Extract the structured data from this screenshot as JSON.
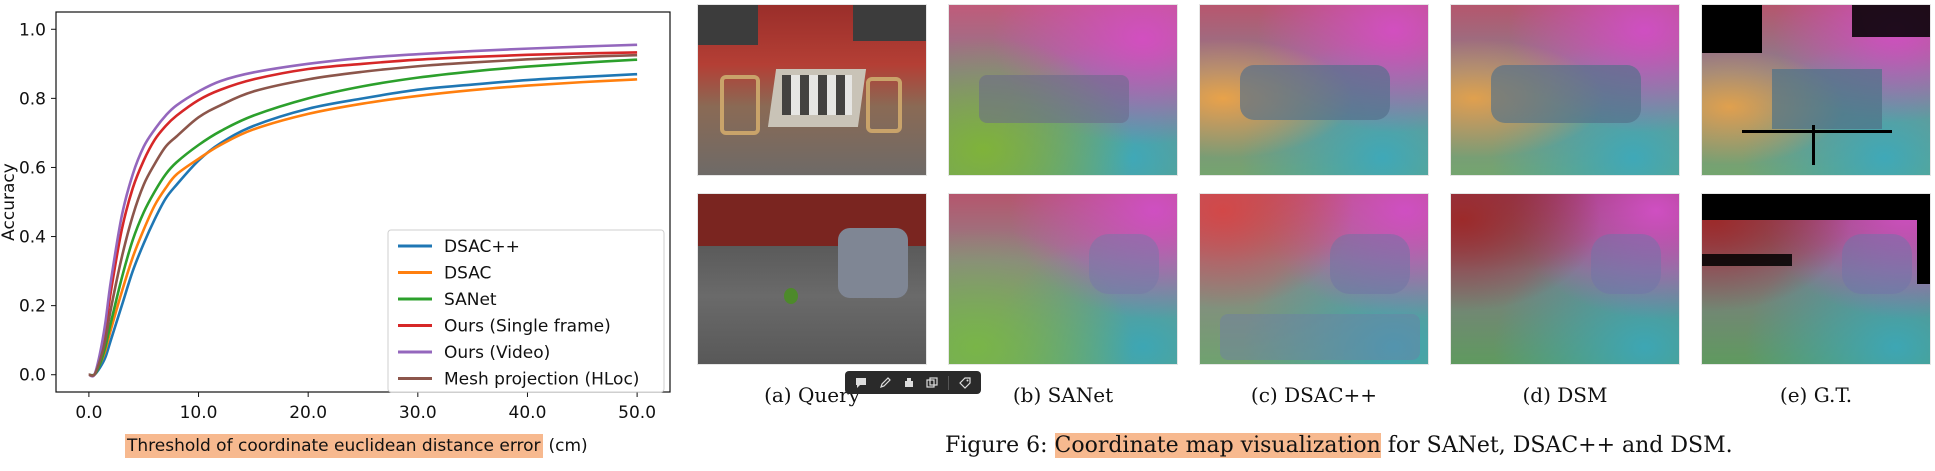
{
  "chart_data": {
    "type": "line",
    "title": "",
    "xlabel": "Threshold of coordinate euclidean distance error",
    "xlabel_unit": "(cm)",
    "ylabel": "Accuracy",
    "xlim": [
      0,
      50
    ],
    "ylim": [
      0,
      1.0
    ],
    "xticks": [
      "0.0",
      "10.0",
      "20.0",
      "30.0",
      "40.0",
      "50.0"
    ],
    "yticks": [
      "0.0",
      "0.2",
      "0.4",
      "0.6",
      "0.8",
      "1.0"
    ],
    "grid": false,
    "legend_position": "bottom-right",
    "x": [
      0,
      0.5,
      1,
      1.5,
      2,
      3,
      4,
      5,
      6,
      7,
      8,
      10,
      12,
      15,
      20,
      25,
      30,
      35,
      40,
      45,
      50
    ],
    "series": [
      {
        "name": "DSAC++",
        "color": "#1f77b4",
        "values": [
          0,
          0.0,
          0.02,
          0.05,
          0.1,
          0.2,
          0.3,
          0.38,
          0.45,
          0.51,
          0.55,
          0.62,
          0.67,
          0.72,
          0.77,
          0.8,
          0.825,
          0.84,
          0.853,
          0.862,
          0.87
        ]
      },
      {
        "name": "DSAC",
        "color": "#ff7f0e",
        "values": [
          0,
          0.0,
          0.03,
          0.07,
          0.13,
          0.24,
          0.34,
          0.42,
          0.49,
          0.54,
          0.58,
          0.625,
          0.665,
          0.71,
          0.755,
          0.785,
          0.807,
          0.824,
          0.837,
          0.847,
          0.855
        ]
      },
      {
        "name": "SANet",
        "color": "#2ca02c",
        "values": [
          0,
          0.0,
          0.03,
          0.08,
          0.15,
          0.28,
          0.39,
          0.47,
          0.53,
          0.58,
          0.615,
          0.665,
          0.705,
          0.75,
          0.8,
          0.835,
          0.86,
          0.878,
          0.892,
          0.903,
          0.912
        ]
      },
      {
        "name": "Ours (Single frame)",
        "color": "#d62728",
        "values": [
          0,
          0.0,
          0.05,
          0.13,
          0.24,
          0.42,
          0.54,
          0.62,
          0.68,
          0.72,
          0.75,
          0.795,
          0.825,
          0.855,
          0.885,
          0.9,
          0.912,
          0.92,
          0.926,
          0.93,
          0.933
        ]
      },
      {
        "name": "Ours (Video)",
        "color": "#9467bd",
        "values": [
          0,
          0.0,
          0.06,
          0.15,
          0.27,
          0.46,
          0.58,
          0.66,
          0.71,
          0.75,
          0.78,
          0.82,
          0.85,
          0.875,
          0.9,
          0.917,
          0.928,
          0.937,
          0.944,
          0.95,
          0.955
        ]
      },
      {
        "name": "Mesh projection (HLoc)",
        "color": "#8c564b",
        "values": [
          0,
          0.0,
          0.04,
          0.1,
          0.19,
          0.34,
          0.46,
          0.55,
          0.61,
          0.66,
          0.69,
          0.745,
          0.78,
          0.82,
          0.855,
          0.877,
          0.893,
          0.904,
          0.913,
          0.92,
          0.925
        ]
      }
    ]
  },
  "figure": {
    "captions": [
      "(a) Query",
      "(b) SANet",
      "(c) DSAC++",
      "(d) DSM",
      "(e) G.T."
    ],
    "caption_prefix": "Figure 6:",
    "caption_highlight": "Coordinate map visualization",
    "caption_rest": "for SANet, DSAC++ and DSM."
  },
  "toolbar": {
    "icons": [
      "comment-icon",
      "pen-icon",
      "highlighter-icon",
      "crop-icon",
      "tag-icon"
    ]
  }
}
